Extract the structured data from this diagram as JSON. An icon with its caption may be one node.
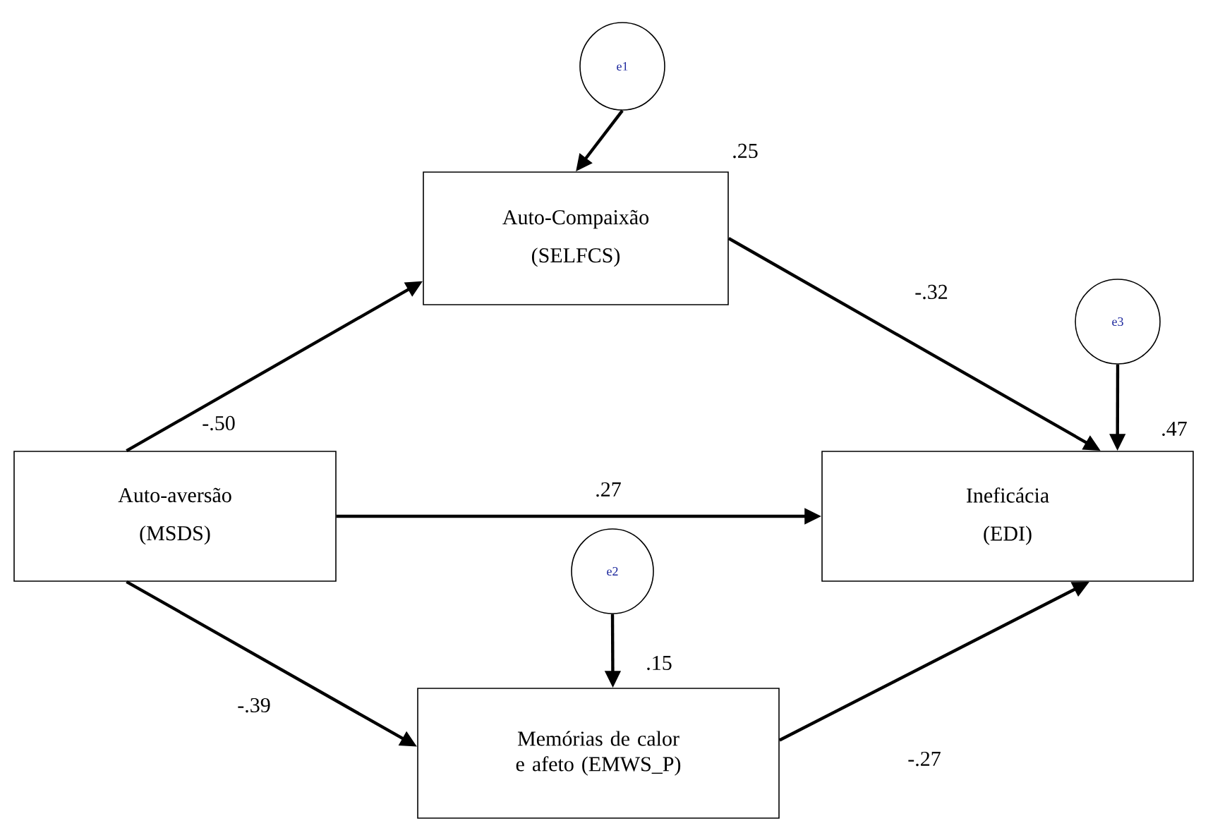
{
  "diagram": {
    "nodes": [
      {
        "text": [
          "e1"
        ]
      },
      {
        "text": [
          "Auto-Compaixão",
          "(SELFCS)"
        ],
        "beside": [
          ".25"
        ]
      },
      {
        "text": [
          "e3"
        ]
      },
      {
        "text": [
          "Auto-aversão",
          "(MSDS)"
        ]
      },
      {
        "text": [
          "Ineficácia",
          "(EDI)"
        ],
        "beside": [
          ".47"
        ]
      },
      {
        "text": [
          "e2"
        ]
      },
      {
        "text": [
          "Memórias de calor e afeto (EMWS_P)"
        ],
        "beside": [
          ".15"
        ]
      }
    ],
    "edges": [
      {
        "from": 0,
        "to": 1,
        "arrow": "to"
      },
      {
        "from": 3,
        "to": 1,
        "arrow": "to",
        "label": "-.50"
      },
      {
        "from": 1,
        "to": 4,
        "arrow": "to",
        "label": "-.32"
      },
      {
        "from": 2,
        "to": 4,
        "arrow": "to"
      },
      {
        "from": 3,
        "to": 4,
        "arrow": "to",
        "label": ".27"
      },
      {
        "from": 5,
        "to": 6,
        "arrow": "to"
      },
      {
        "from": 3,
        "to": 6,
        "arrow": "to",
        "label": "-.39"
      },
      {
        "from": 6,
        "to": 4,
        "arrow": "to",
        "label": "-.27"
      }
    ]
  }
}
